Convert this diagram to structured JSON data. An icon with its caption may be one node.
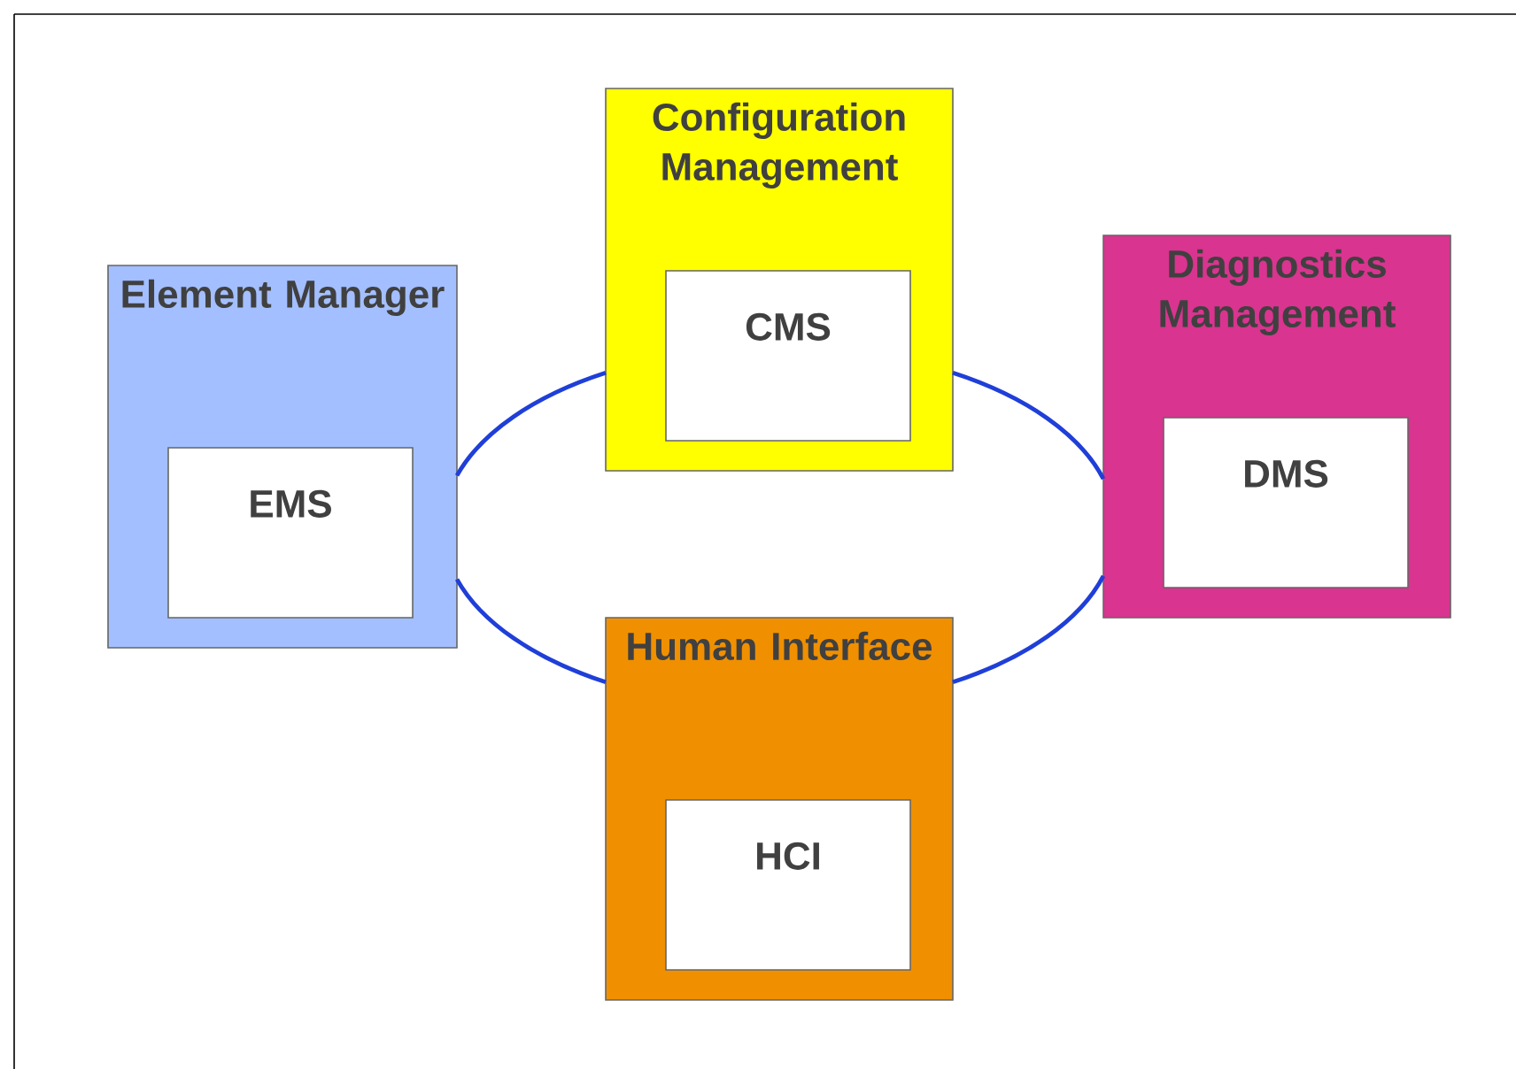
{
  "diagram": {
    "nodes": [
      {
        "text": [
          "Element Manager"
        ]
      },
      {
        "text": [
          "EMS"
        ],
        "in": 0
      },
      {
        "text": [
          "Configuration Management"
        ]
      },
      {
        "text": [
          "CMS"
        ],
        "in": 2
      },
      {
        "text": [
          "Diagnostics Management"
        ]
      },
      {
        "text": [
          "DMS"
        ],
        "in": 4
      },
      {
        "text": [
          "Human Interface"
        ]
      },
      {
        "text": [
          "HCI"
        ],
        "in": 6
      }
    ],
    "edges": [
      {
        "from": 0,
        "to": 2,
        "arrow": "none"
      },
      {
        "from": 2,
        "to": 4,
        "arrow": "none"
      },
      {
        "from": 4,
        "to": 6,
        "arrow": "none"
      },
      {
        "from": 6,
        "to": 0,
        "arrow": "none"
      }
    ]
  }
}
